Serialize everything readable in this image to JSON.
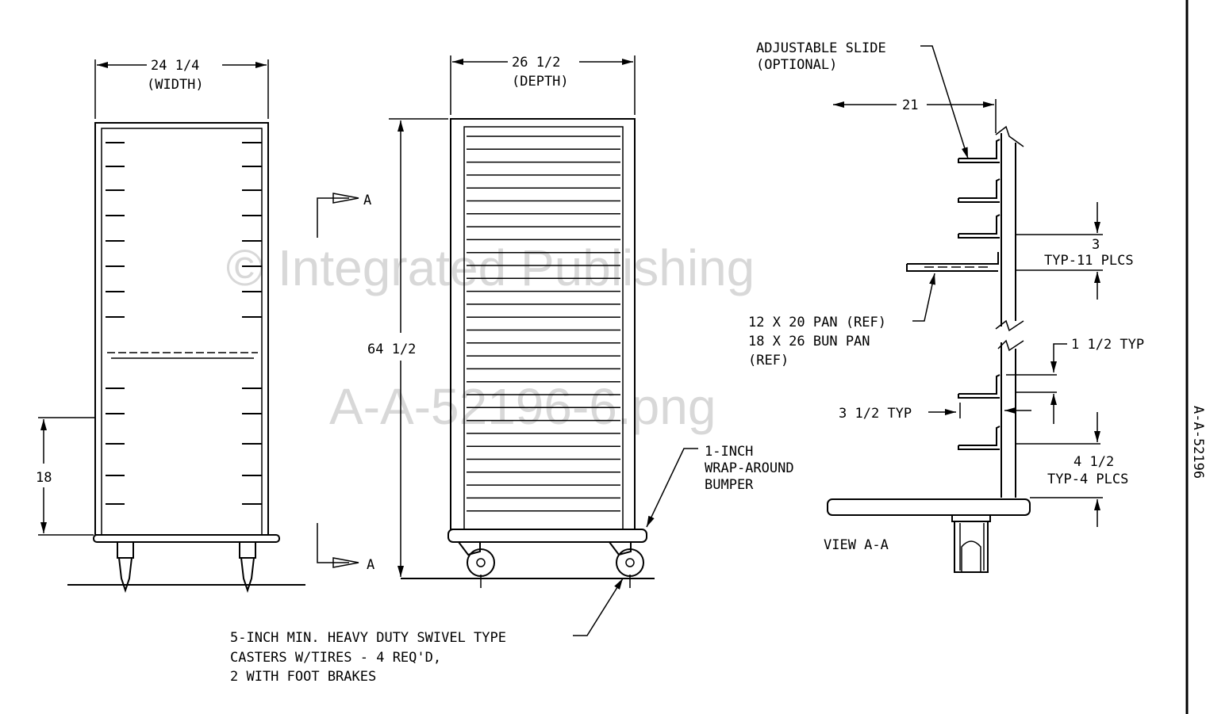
{
  "drawing_id": "A-A-52196",
  "watermark": {
    "line1": "© Integrated Publishing",
    "line2": "A-A-52196-6.png"
  },
  "front_view": {
    "width_dim": "24 1/4",
    "width_label": "(WIDTH)",
    "height_dim": "18"
  },
  "side_view": {
    "depth_dim": "26 1/2",
    "depth_label": "(DEPTH)",
    "height_dim": "64 1/2",
    "section_mark": "A"
  },
  "bumper_note": [
    "1-INCH",
    "WRAP-AROUND",
    "BUMPER"
  ],
  "caster_note": [
    "5-INCH MIN. HEAVY DUTY SWIVEL TYPE",
    "CASTERS W/TIRES - 4 REQ'D,",
    "2 WITH FOOT BRAKES"
  ],
  "view_aa": {
    "title": "VIEW A-A",
    "slide_note": [
      "ADJUSTABLE SLIDE",
      "(OPTIONAL)"
    ],
    "depth_dim": "21",
    "spacing_dim": "3",
    "spacing_note": "TYP-11 PLCS",
    "pan_note": [
      "12 X 20 PAN (REF)",
      "18 X 26 BUN PAN",
      "(REF)"
    ],
    "gap_dim": "1 1/2 TYP",
    "inset_dim": "3 1/2 TYP",
    "bottom_dim": "4 1/2",
    "bottom_note": "TYP-4 PLCS"
  }
}
